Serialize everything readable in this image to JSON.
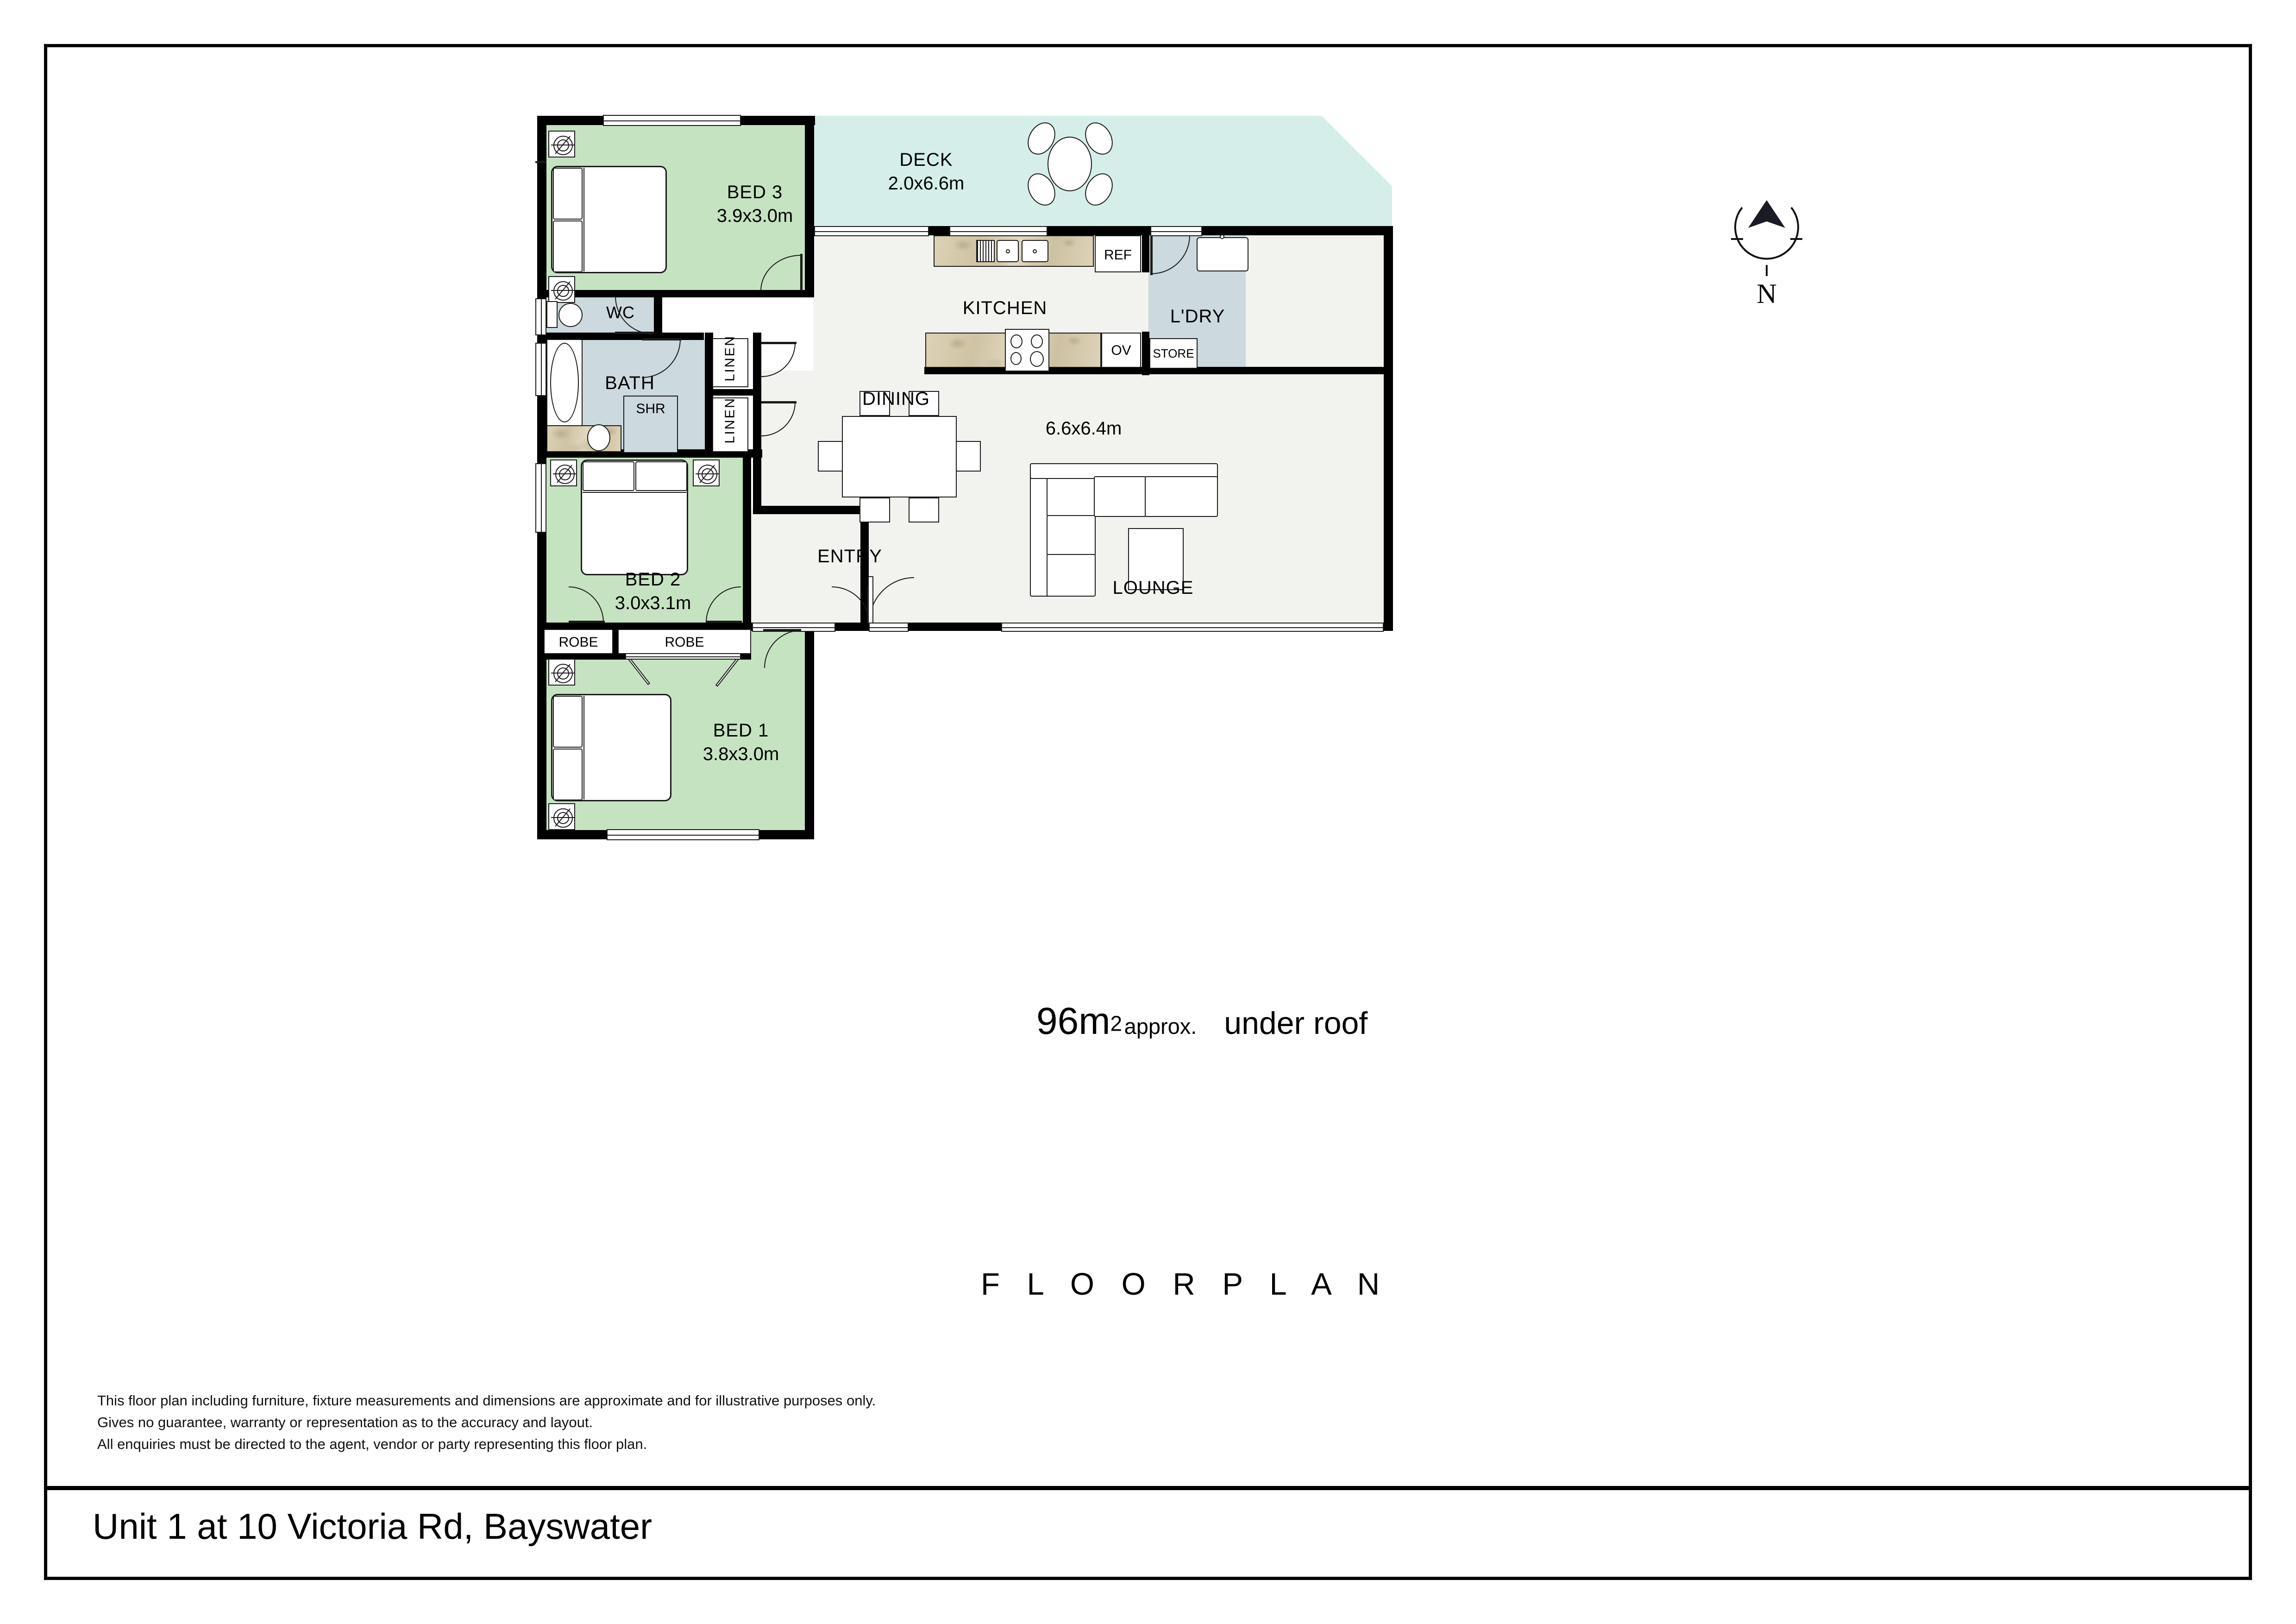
{
  "document": {
    "title": "Unit 1 at 10 Victoria Rd, Bayswater",
    "caption": "F L O O R  P L A N",
    "area": {
      "value": "96m",
      "superscript": "2",
      "approx": "approx.",
      "qualifier": "under roof"
    },
    "disclaimer": [
      "This floor plan including furniture, fixture measurements and dimensions are approximate and for illustrative purposes only.",
      "Gives no guarantee, warranty or representation as to the accuracy and layout.",
      "All enquiries must be directed to the agent, vendor or party representing this floor plan."
    ],
    "compass": {
      "label": "N"
    }
  },
  "colors": {
    "bedroom": "#c6e3c1",
    "wet_area": "#ccd9de",
    "deck": "#d5eeea",
    "living": "#f2f3ee",
    "wall": "#000000",
    "line": "#1a1a1a",
    "bench": "#d8ccb0"
  },
  "rooms": [
    {
      "key": "bed3",
      "name": "BED 3",
      "dimensions": "3.9x3.0m",
      "fill": "bedroom"
    },
    {
      "key": "deck",
      "name": "DECK",
      "dimensions": "2.0x6.6m",
      "fill": "deck"
    },
    {
      "key": "wc",
      "name": "WC",
      "dimensions": "",
      "fill": "wet_area"
    },
    {
      "key": "bath",
      "name": "BATH",
      "dimensions": "",
      "fill": "wet_area"
    },
    {
      "key": "kitchen",
      "name": "KITCHEN",
      "dimensions": "",
      "fill": "living"
    },
    {
      "key": "ldry",
      "name": "L'DRY",
      "dimensions": "",
      "fill": "wet_area"
    },
    {
      "key": "dining",
      "name": "DINING",
      "dimensions": "",
      "fill": "living"
    },
    {
      "key": "lounge",
      "name": "LOUNGE",
      "dimensions": "6.6x6.4m",
      "fill": "living"
    },
    {
      "key": "entry",
      "name": "ENTRY",
      "dimensions": "",
      "fill": "living"
    },
    {
      "key": "bed2",
      "name": "BED 2",
      "dimensions": "3.0x3.1m",
      "fill": "bedroom"
    },
    {
      "key": "bed1",
      "name": "BED 1",
      "dimensions": "3.8x3.0m",
      "fill": "bedroom"
    }
  ],
  "fixtures": [
    {
      "key": "ref",
      "label": "REF"
    },
    {
      "key": "ov",
      "label": "OV"
    },
    {
      "key": "store",
      "label": "STORE"
    },
    {
      "key": "shr",
      "label": "SHR"
    },
    {
      "key": "linen1",
      "label": "LINEN"
    },
    {
      "key": "linen2",
      "label": "LINEN"
    },
    {
      "key": "robe1",
      "label": "ROBE"
    },
    {
      "key": "robe2",
      "label": "ROBE"
    }
  ]
}
